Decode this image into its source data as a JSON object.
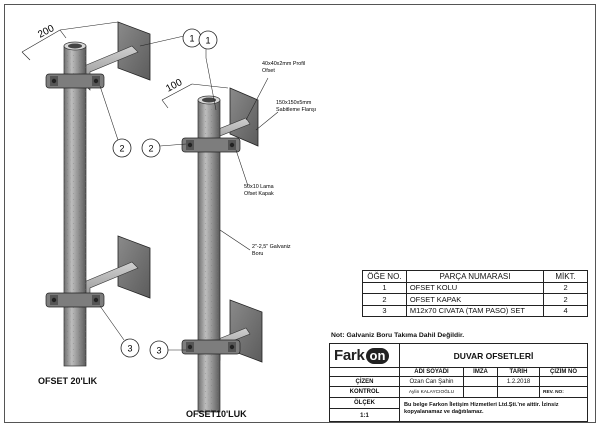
{
  "views": {
    "left_caption": "OFSET 20'LIK",
    "right_caption": "OFSET10'LUK",
    "dim_left": "200",
    "dim_right": "100"
  },
  "balloons": {
    "b1": "1",
    "b2": "2",
    "b3": "3"
  },
  "callouts": {
    "profile_line1": "40x40x2mm Profil",
    "profile_line2": "Ofset",
    "flange_line1": "150x150x5mm",
    "flange_line2": "Sabitleme Flanşı",
    "lama_line1": "50x10 Lama",
    "lama_line2": "Ofset Kapak",
    "pipe_line1": "2\"-2,5\" Galvaniz",
    "pipe_line2": "Boru"
  },
  "parts_table": {
    "headers": [
      "ÖĞE NO.",
      "PARÇA NUMARASI",
      "MİKT."
    ],
    "rows": [
      {
        "no": "1",
        "name": "OFSET KOLU",
        "qty": "2"
      },
      {
        "no": "2",
        "name": "OFSET KAPAK",
        "qty": "2"
      },
      {
        "no": "3",
        "name": "M12x70 CIVATA (TAM PASO) SET",
        "qty": "4"
      }
    ]
  },
  "note": "Not: Galvaniz Boru Takıma Dahil Değildir.",
  "title_block": {
    "logo_text": "Fark",
    "logo_badge": "on",
    "title": "DUVAR OFSETLERİ",
    "col_adi": "ADI SOYADI",
    "col_imza": "İMZA",
    "col_tarih": "TARİH",
    "col_cizim_no": "ÇİZİM NO",
    "cizen_label": "ÇİZEN",
    "cizen_name": "Ozan Can Şahin",
    "cizen_date": "1.2.2018",
    "kontrol_label": "KONTROL",
    "kontrol_name": "Aylin KALAYCIOĞLU",
    "rev_label": "REV. NO:",
    "olcek_label": "ÖLÇEK",
    "olcek_value": "1:1",
    "notice": "Bu belge Farkon İletişim Hizmetleri Ltd.Şti.'ne aittir. İzinsiz kopyalanamaz ve dağıtılamaz."
  }
}
